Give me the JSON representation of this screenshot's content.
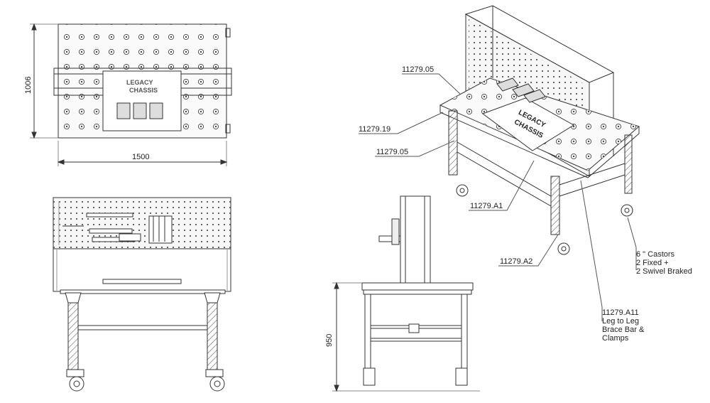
{
  "dimensions": {
    "top_height": "1006",
    "top_width": "1500",
    "side_height": "950"
  },
  "chassis_text": {
    "line1": "LEGACY",
    "line2": "CHASSIS"
  },
  "callouts": {
    "c1": "11279.05",
    "c2": "11279.19",
    "c3": "11279.05",
    "c4": "11279.A1",
    "c5": "11279.A2",
    "castors": [
      "6 \" Castors",
      "2 Fixed +",
      "2 Swivel Braked"
    ],
    "brace": [
      "11279.A11",
      "Leg to Leg",
      "Brace Bar &",
      "Clamps"
    ]
  },
  "colors": {
    "line": "#333333",
    "light": "#888888",
    "fill": "#f4f4f4"
  }
}
